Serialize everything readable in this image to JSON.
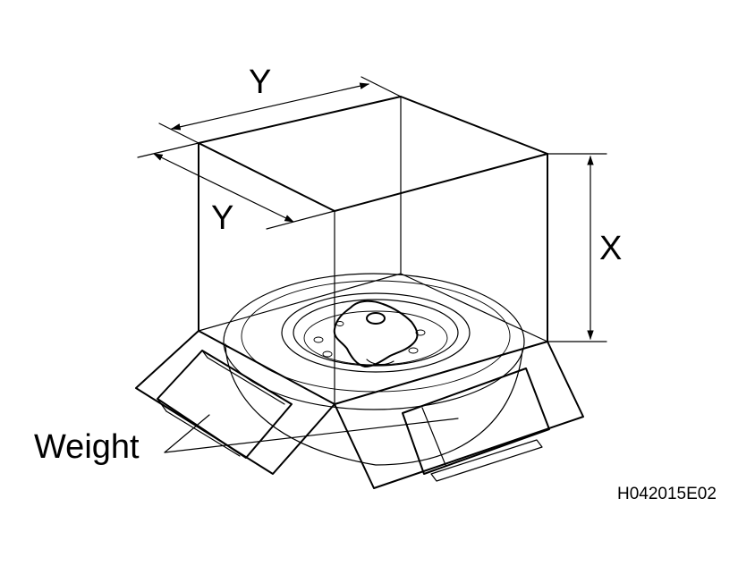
{
  "labels": {
    "top_dimension": "Y",
    "side_dimension": "Y",
    "height_dimension": "X",
    "callout": "Weight",
    "figure_code": "H042015E02"
  },
  "colors": {
    "ink": "#000000",
    "background": "#ffffff"
  }
}
